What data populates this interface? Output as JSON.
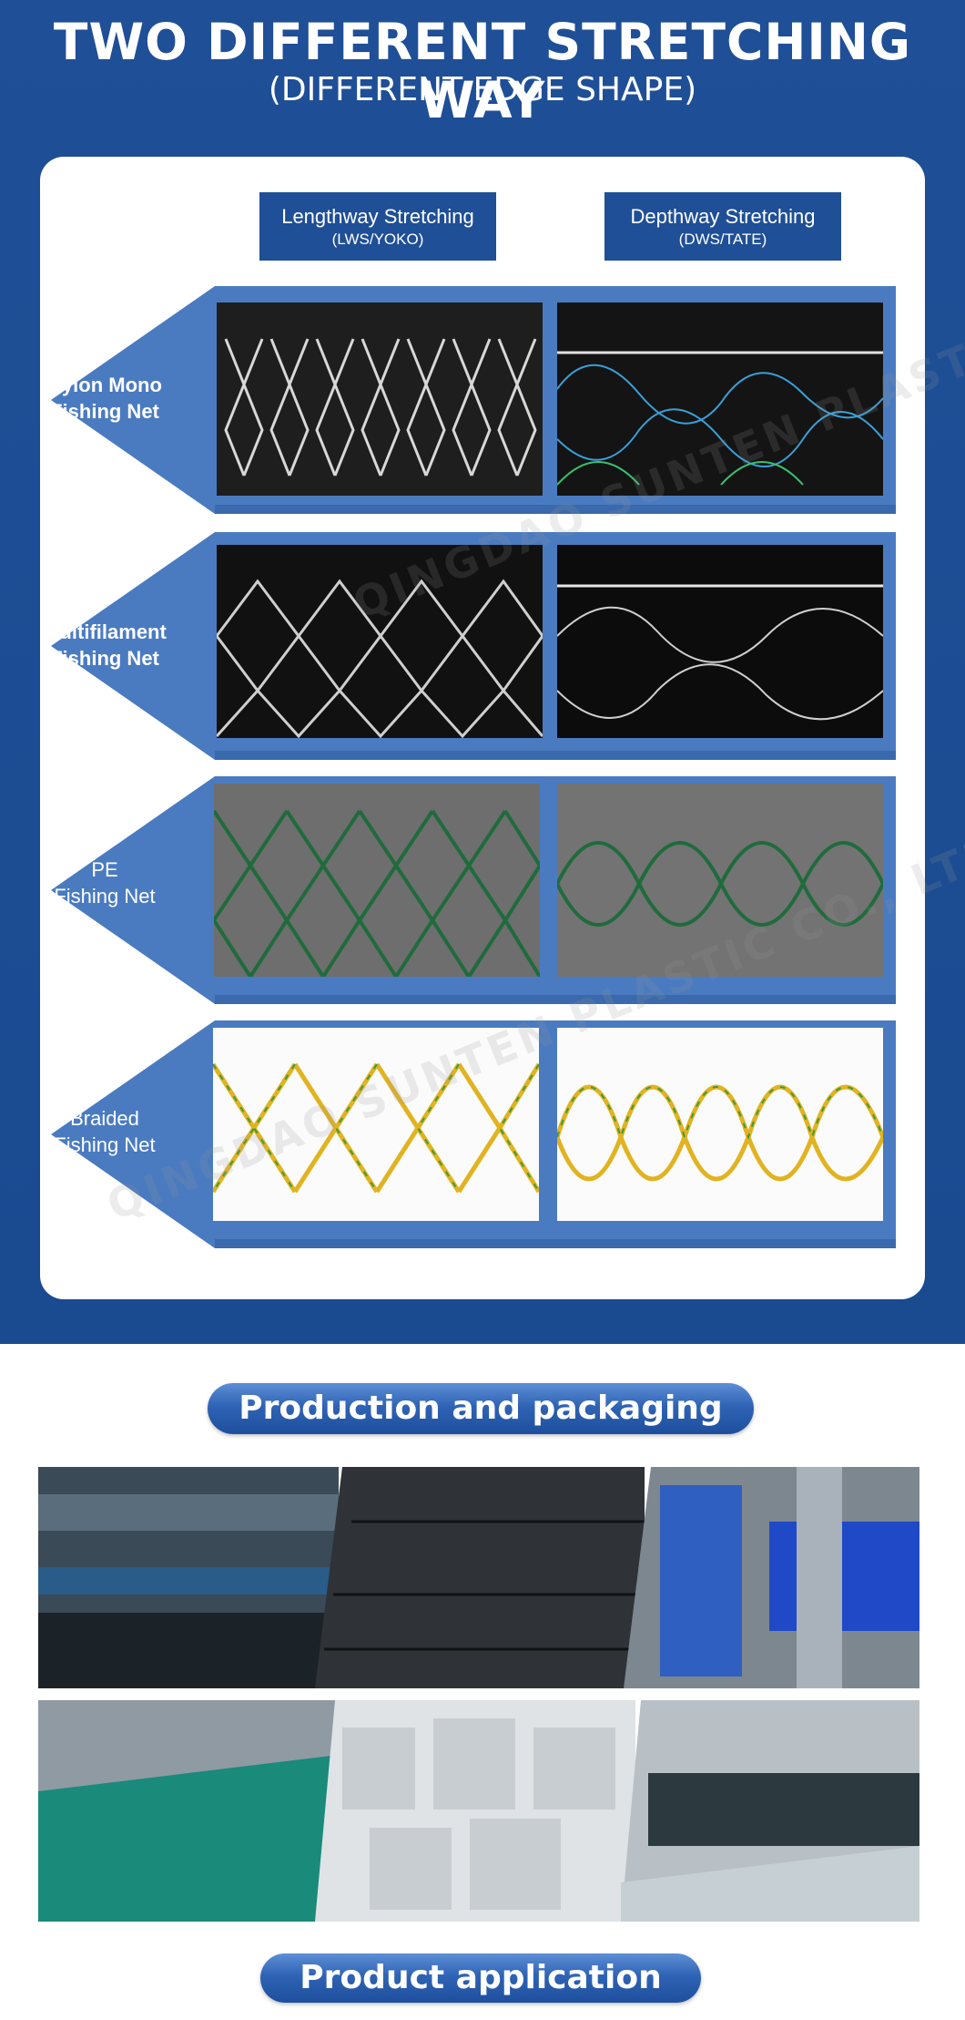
{
  "header": {
    "title": "TWO DIFFERENT STRETCHING WAY",
    "subtitle": "(DIFFERENT EDGE SHAPE)"
  },
  "columns": [
    {
      "title": "Lengthway Stretching",
      "code": "(LWS/YOKO)"
    },
    {
      "title": "Depthway Stretching",
      "code": "(DWS/TATE)"
    }
  ],
  "rows": [
    {
      "line1": "Nylon Mono",
      "line2": "Fishing Net",
      "lws_photo": "nylon-mono-lws-net-photo",
      "dws_photo": "nylon-mono-dws-net-photo"
    },
    {
      "line1": "Multifilament",
      "line2": "Fishing Net",
      "lws_photo": "multifilament-lws-net-photo",
      "dws_photo": "multifilament-dws-net-photo"
    },
    {
      "line1": "PE",
      "line2": "Fishing Net",
      "lws_photo": "pe-lws-net-photo",
      "dws_photo": "pe-dws-net-photo"
    },
    {
      "line1": "Braided",
      "line2": "Fishing Net",
      "lws_photo": "braided-lws-net-photo",
      "dws_photo": "braided-dws-net-photo"
    }
  ],
  "watermark": "QINGDAO SUNTEN PLASTIC CO., LTD",
  "sections": {
    "production": "Production and packaging",
    "application": "Product application"
  },
  "colors": {
    "brand_blue": "#1f4f96",
    "band_blue": "#4a7bc0",
    "white": "#ffffff"
  }
}
